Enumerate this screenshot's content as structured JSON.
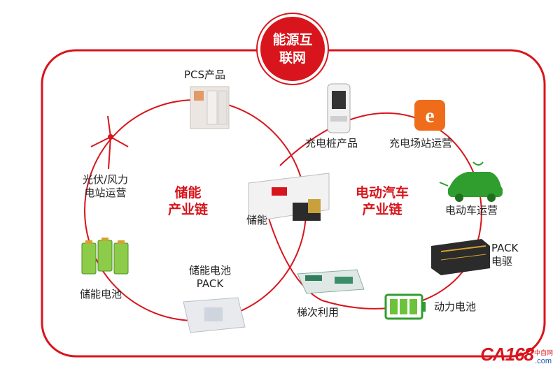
{
  "hub": {
    "line1": "能源互",
    "line2": "联网"
  },
  "chains": {
    "storage": {
      "line1": "储能",
      "line2": "产业链"
    },
    "ev": {
      "line1": "电动汽车",
      "line2": "产业链"
    }
  },
  "nodes": {
    "pcs": "PCS产品",
    "wind_line1": "光伏/风力",
    "wind_line2": "电站运营",
    "charger": "充电桩产品",
    "station": "充电场站运营",
    "ev_ops": "电动车运营",
    "storage": "储能",
    "pack_line1": "PACK",
    "pack_line2": "电驱",
    "power_battery": "动力电池",
    "cascade": "梯次利用",
    "storage_pack_line1": "储能电池",
    "storage_pack_line2": "PACK",
    "storage_battery": "储能电池"
  },
  "watermark": {
    "brand": "CA168",
    "suffix": ".com",
    "cn": "中自网"
  },
  "colors": {
    "accent": "#d8151c",
    "ev_green": "#2f9e2f",
    "battery_green": "#6cc23a"
  }
}
